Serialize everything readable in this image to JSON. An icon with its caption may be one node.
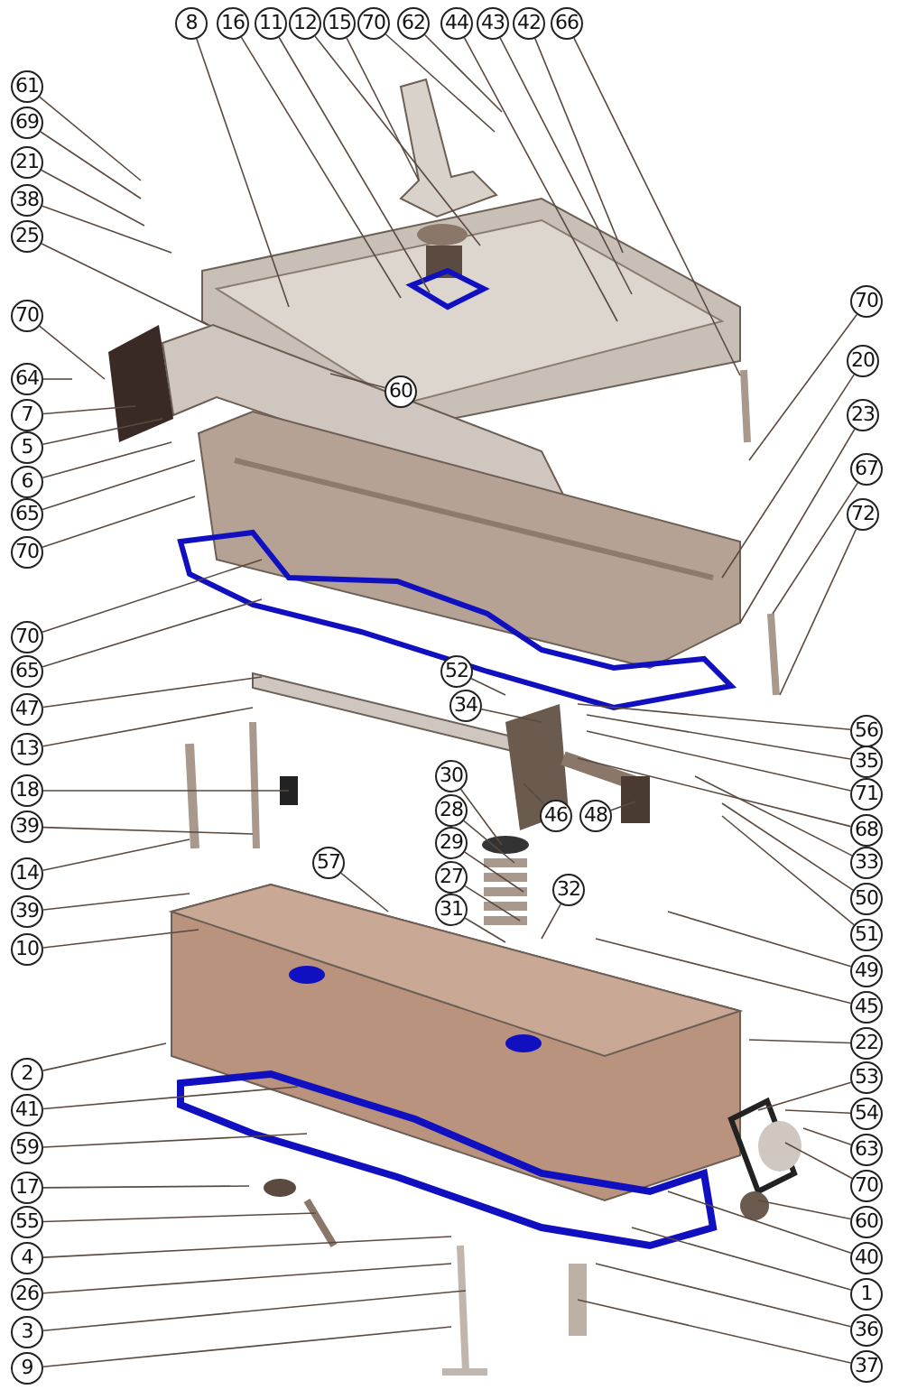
{
  "diagram": {
    "nodes": [
      {
        "text": [
          "8"
        ]
      },
      {
        "text": [
          "16"
        ]
      },
      {
        "text": [
          "11"
        ]
      },
      {
        "text": [
          "12"
        ]
      },
      {
        "text": [
          "15"
        ]
      },
      {
        "text": [
          "70"
        ]
      },
      {
        "text": [
          "62"
        ]
      },
      {
        "text": [
          "44"
        ]
      },
      {
        "text": [
          "43"
        ]
      },
      {
        "text": [
          "42"
        ]
      },
      {
        "text": [
          "66"
        ]
      },
      {
        "text": [
          "61"
        ]
      },
      {
        "text": [
          "69"
        ]
      },
      {
        "text": [
          "21"
        ]
      },
      {
        "text": [
          "38"
        ]
      },
      {
        "text": [
          "25"
        ]
      },
      {
        "text": [
          "70"
        ]
      },
      {
        "text": [
          "64"
        ]
      },
      {
        "text": [
          "7"
        ]
      },
      {
        "text": [
          "5"
        ]
      },
      {
        "text": [
          "6"
        ]
      },
      {
        "text": [
          "65"
        ]
      },
      {
        "text": [
          "70"
        ]
      },
      {
        "text": [
          "70"
        ]
      },
      {
        "text": [
          "65"
        ]
      },
      {
        "text": [
          "47"
        ]
      },
      {
        "text": [
          "13"
        ]
      },
      {
        "text": [
          "18"
        ]
      },
      {
        "text": [
          "39"
        ]
      },
      {
        "text": [
          "14"
        ]
      },
      {
        "text": [
          "39"
        ]
      },
      {
        "text": [
          "10"
        ]
      },
      {
        "text": [
          "2"
        ]
      },
      {
        "text": [
          "41"
        ]
      },
      {
        "text": [
          "59"
        ]
      },
      {
        "text": [
          "17"
        ]
      },
      {
        "text": [
          "55"
        ]
      },
      {
        "text": [
          "4"
        ]
      },
      {
        "text": [
          "26"
        ]
      },
      {
        "text": [
          "3"
        ]
      },
      {
        "text": [
          "9"
        ]
      },
      {
        "text": [
          "60"
        ]
      },
      {
        "text": [
          "52"
        ]
      },
      {
        "text": [
          "34"
        ]
      },
      {
        "text": [
          "30"
        ]
      },
      {
        "text": [
          "28"
        ]
      },
      {
        "text": [
          "29"
        ]
      },
      {
        "text": [
          "27"
        ]
      },
      {
        "text": [
          "31"
        ]
      },
      {
        "text": [
          "57"
        ]
      },
      {
        "text": [
          "46"
        ]
      },
      {
        "text": [
          "48"
        ]
      },
      {
        "text": [
          "32"
        ]
      },
      {
        "text": [
          "70"
        ]
      },
      {
        "text": [
          "20"
        ]
      },
      {
        "text": [
          "23"
        ]
      },
      {
        "text": [
          "67"
        ]
      },
      {
        "text": [
          "72"
        ]
      },
      {
        "text": [
          "56"
        ]
      },
      {
        "text": [
          "35"
        ]
      },
      {
        "text": [
          "71"
        ]
      },
      {
        "text": [
          "68"
        ]
      },
      {
        "text": [
          "33"
        ]
      },
      {
        "text": [
          "50"
        ]
      },
      {
        "text": [
          "51"
        ]
      },
      {
        "text": [
          "49"
        ]
      },
      {
        "text": [
          "45"
        ]
      },
      {
        "text": [
          "22"
        ]
      },
      {
        "text": [
          "53"
        ]
      },
      {
        "text": [
          "54"
        ]
      },
      {
        "text": [
          "63"
        ]
      },
      {
        "text": [
          "70"
        ]
      },
      {
        "text": [
          "60"
        ]
      },
      {
        "text": [
          "40"
        ]
      },
      {
        "text": [
          "1"
        ]
      },
      {
        "text": [
          "36"
        ]
      },
      {
        "text": [
          "37"
        ]
      }
    ],
    "edges": [
      {
        "from": 0,
        "to": null,
        "arrow": "none"
      },
      {
        "from": 1,
        "to": null,
        "arrow": "none"
      },
      {
        "from": 2,
        "to": null,
        "arrow": "none"
      },
      {
        "from": 3,
        "to": null,
        "arrow": "none"
      },
      {
        "from": 4,
        "to": null,
        "arrow": "none"
      },
      {
        "from": 5,
        "to": null,
        "arrow": "none"
      },
      {
        "from": 6,
        "to": null,
        "arrow": "none"
      },
      {
        "from": 7,
        "to": null,
        "arrow": "none"
      },
      {
        "from": 8,
        "to": null,
        "arrow": "none"
      },
      {
        "from": 9,
        "to": null,
        "arrow": "none"
      },
      {
        "from": 10,
        "to": null,
        "arrow": "none"
      },
      {
        "from": 11,
        "to": null,
        "arrow": "none"
      },
      {
        "from": 12,
        "to": null,
        "arrow": "none"
      },
      {
        "from": 13,
        "to": null,
        "arrow": "none"
      },
      {
        "from": 14,
        "to": null,
        "arrow": "none"
      },
      {
        "from": 15,
        "to": null,
        "arrow": "none"
      },
      {
        "from": 16,
        "to": null,
        "arrow": "none"
      },
      {
        "from": 17,
        "to": null,
        "arrow": "none"
      },
      {
        "from": 18,
        "to": null,
        "arrow": "none"
      },
      {
        "from": 19,
        "to": null,
        "arrow": "none"
      },
      {
        "from": 20,
        "to": null,
        "arrow": "none"
      },
      {
        "from": 21,
        "to": null,
        "arrow": "none"
      },
      {
        "from": 22,
        "to": null,
        "arrow": "none"
      },
      {
        "from": 23,
        "to": null,
        "arrow": "none"
      },
      {
        "from": 24,
        "to": null,
        "arrow": "none"
      },
      {
        "from": 25,
        "to": null,
        "arrow": "none"
      },
      {
        "from": 26,
        "to": null,
        "arrow": "none"
      },
      {
        "from": 27,
        "to": null,
        "arrow": "none"
      },
      {
        "from": 28,
        "to": null,
        "arrow": "none"
      },
      {
        "from": 29,
        "to": null,
        "arrow": "none"
      },
      {
        "from": 30,
        "to": null,
        "arrow": "none"
      },
      {
        "from": 31,
        "to": null,
        "arrow": "none"
      },
      {
        "from": 32,
        "to": null,
        "arrow": "none"
      },
      {
        "from": 33,
        "to": null,
        "arrow": "none"
      },
      {
        "from": 34,
        "to": null,
        "arrow": "none"
      },
      {
        "from": 35,
        "to": null,
        "arrow": "none"
      },
      {
        "from": 36,
        "to": null,
        "arrow": "none"
      },
      {
        "from": 37,
        "to": null,
        "arrow": "none"
      },
      {
        "from": 38,
        "to": null,
        "arrow": "none"
      },
      {
        "from": 39,
        "to": null,
        "arrow": "none"
      },
      {
        "from": 40,
        "to": null,
        "arrow": "none"
      },
      {
        "from": 41,
        "to": null,
        "arrow": "none"
      },
      {
        "from": 42,
        "to": null,
        "arrow": "none"
      },
      {
        "from": 43,
        "to": null,
        "arrow": "none"
      },
      {
        "from": 44,
        "to": null,
        "arrow": "none"
      },
      {
        "from": 45,
        "to": null,
        "arrow": "none"
      },
      {
        "from": 46,
        "to": null,
        "arrow": "none"
      },
      {
        "from": 47,
        "to": null,
        "arrow": "none"
      },
      {
        "from": 48,
        "to": null,
        "arrow": "none"
      },
      {
        "from": 49,
        "to": null,
        "arrow": "none"
      },
      {
        "from": 50,
        "to": null,
        "arrow": "none"
      },
      {
        "from": 51,
        "to": null,
        "arrow": "none"
      },
      {
        "from": 52,
        "to": null,
        "arrow": "none"
      },
      {
        "from": 53,
        "to": null,
        "arrow": "none"
      },
      {
        "from": 54,
        "to": null,
        "arrow": "none"
      },
      {
        "from": 55,
        "to": null,
        "arrow": "none"
      },
      {
        "from": 56,
        "to": null,
        "arrow": "none"
      },
      {
        "from": 57,
        "to": null,
        "arrow": "none"
      },
      {
        "from": 58,
        "to": null,
        "arrow": "none"
      },
      {
        "from": 59,
        "to": null,
        "arrow": "none"
      },
      {
        "from": 60,
        "to": null,
        "arrow": "none"
      },
      {
        "from": 61,
        "to": null,
        "arrow": "none"
      },
      {
        "from": 62,
        "to": null,
        "arrow": "none"
      },
      {
        "from": 63,
        "to": null,
        "arrow": "none"
      },
      {
        "from": 64,
        "to": null,
        "arrow": "none"
      },
      {
        "from": 65,
        "to": null,
        "arrow": "none"
      },
      {
        "from": 66,
        "to": null,
        "arrow": "none"
      },
      {
        "from": 67,
        "to": null,
        "arrow": "none"
      },
      {
        "from": 68,
        "to": null,
        "arrow": "none"
      },
      {
        "from": 69,
        "to": null,
        "arrow": "none"
      },
      {
        "from": 70,
        "to": null,
        "arrow": "none"
      },
      {
        "from": 71,
        "to": null,
        "arrow": "none"
      },
      {
        "from": 72,
        "to": null,
        "arrow": "none"
      },
      {
        "from": 73,
        "to": null,
        "arrow": "none"
      },
      {
        "from": 74,
        "to": null,
        "arrow": "none"
      },
      {
        "from": 75,
        "to": null,
        "arrow": "none"
      },
      {
        "from": 76,
        "to": null,
        "arrow": "none"
      }
    ]
  }
}
